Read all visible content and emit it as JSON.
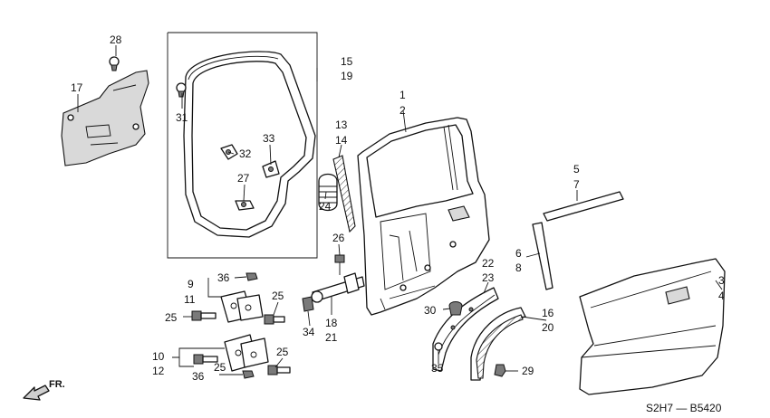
{
  "diagram_code": "S2H7 — B5420",
  "direction": "FR.",
  "labels": {
    "l1": "1",
    "l2": "2",
    "l3": "3",
    "l4": "4",
    "l5": "5",
    "l6": "6",
    "l7": "7",
    "l8": "8",
    "l9": "9",
    "l10": "10",
    "l11": "11",
    "l12": "12",
    "l13": "13",
    "l14": "14",
    "l15": "15",
    "l16": "16",
    "l17": "17",
    "l18": "18",
    "l19": "19",
    "l20": "20",
    "l21": "21",
    "l22": "22",
    "l23": "23",
    "l24": "24",
    "l25a": "25",
    "l25b": "25",
    "l25c": "25",
    "l25d": "25",
    "l26": "26",
    "l27": "27",
    "l28": "28",
    "l29": "29",
    "l30": "30",
    "l31": "31",
    "l32": "32",
    "l33": "33",
    "l34": "34",
    "l35": "35",
    "l36a": "36",
    "l36b": "36"
  }
}
